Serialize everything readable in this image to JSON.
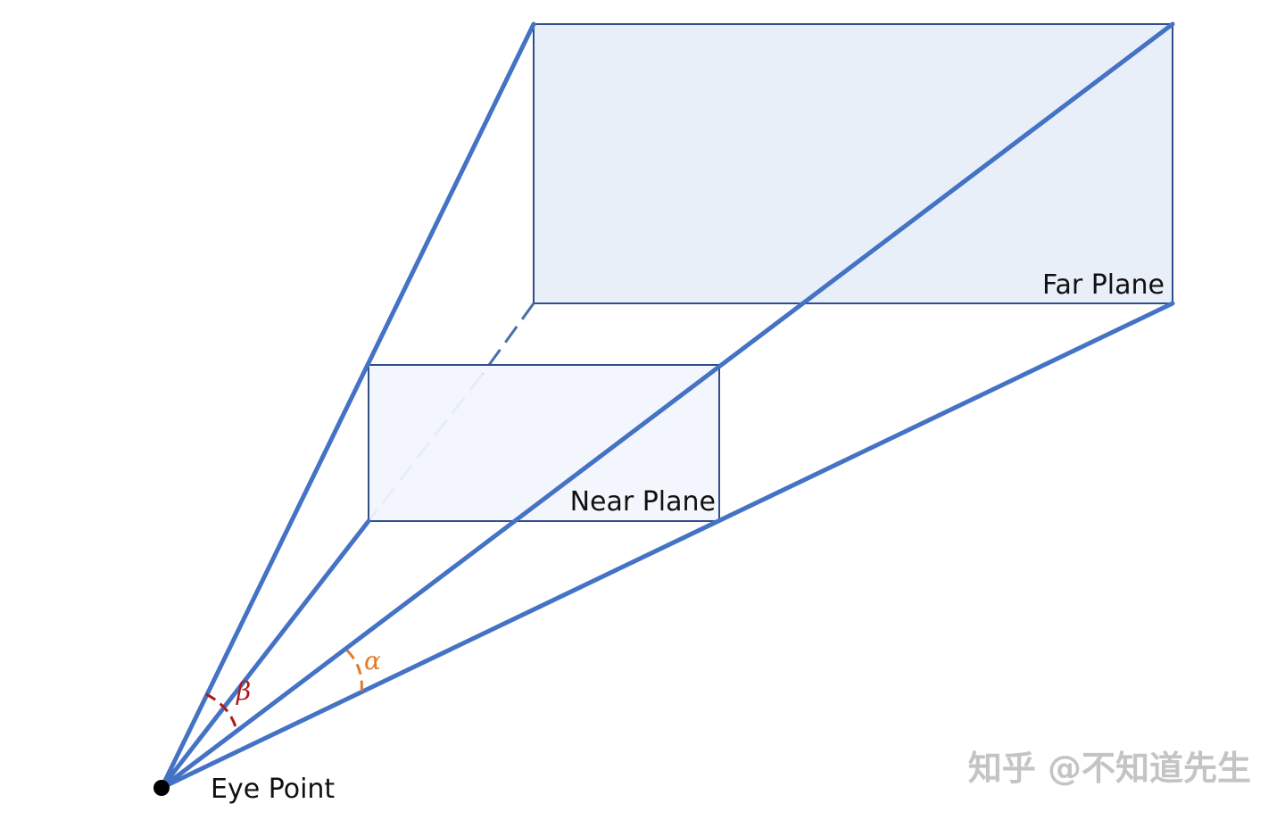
{
  "labels": {
    "far_plane": "Far Plane",
    "near_plane": "Near Plane",
    "eye_point": "Eye Point",
    "alpha": "α",
    "beta": "β"
  },
  "watermark": "知乎 @不知道先生",
  "colors": {
    "frustum_line": "#4472C4",
    "plane_border": "#2F4F8A",
    "far_fill": "#E9EFF9",
    "near_fill": "#F1F5FB",
    "hidden_edge": "#A9C1E6",
    "alpha_arc": "#E07B2A",
    "beta_arc": "#B01818",
    "eye_point": "#000000",
    "watermark": "#C4C4C4"
  }
}
